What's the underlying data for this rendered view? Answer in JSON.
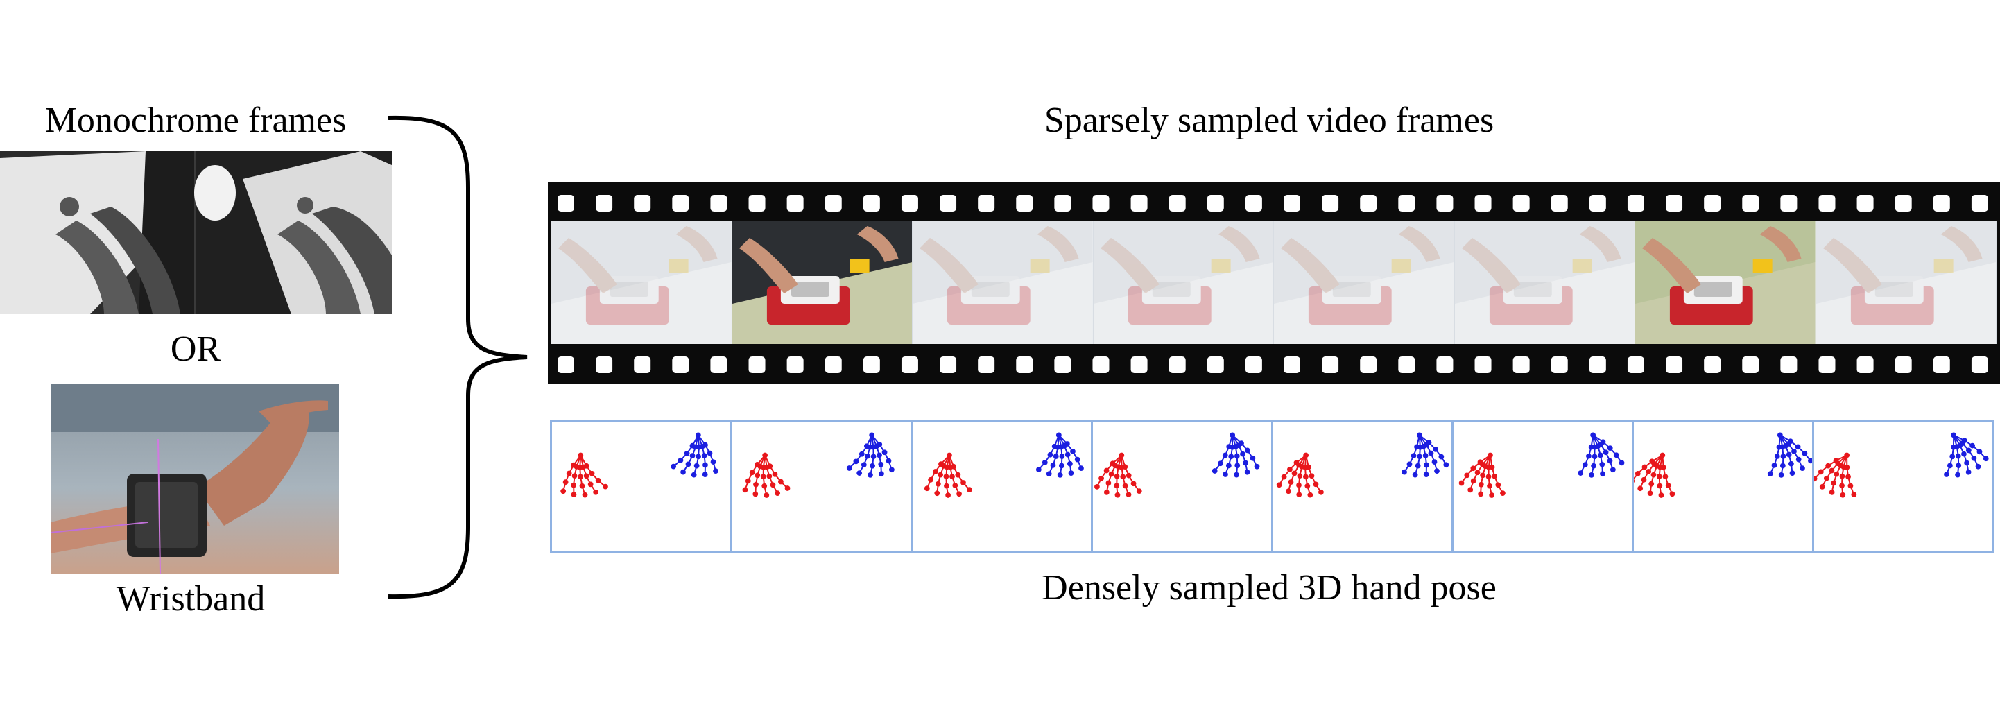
{
  "labels": {
    "monochrome": "Monochrome frames",
    "or": "OR",
    "wristband": "Wristband",
    "sparse": "Sparsely sampled video frames",
    "dense": "Densely sampled 3D hand pose"
  },
  "colors": {
    "left_hand": "#e8161b",
    "right_hand": "#1b1ee0",
    "pose_border": "#8fb2e3",
    "film": "#0b0b0b"
  },
  "film": {
    "frame_count": 8,
    "highlighted_frames": [
      2,
      7
    ],
    "sprocket_holes_per_row": 38
  },
  "poses": {
    "count": 8
  }
}
